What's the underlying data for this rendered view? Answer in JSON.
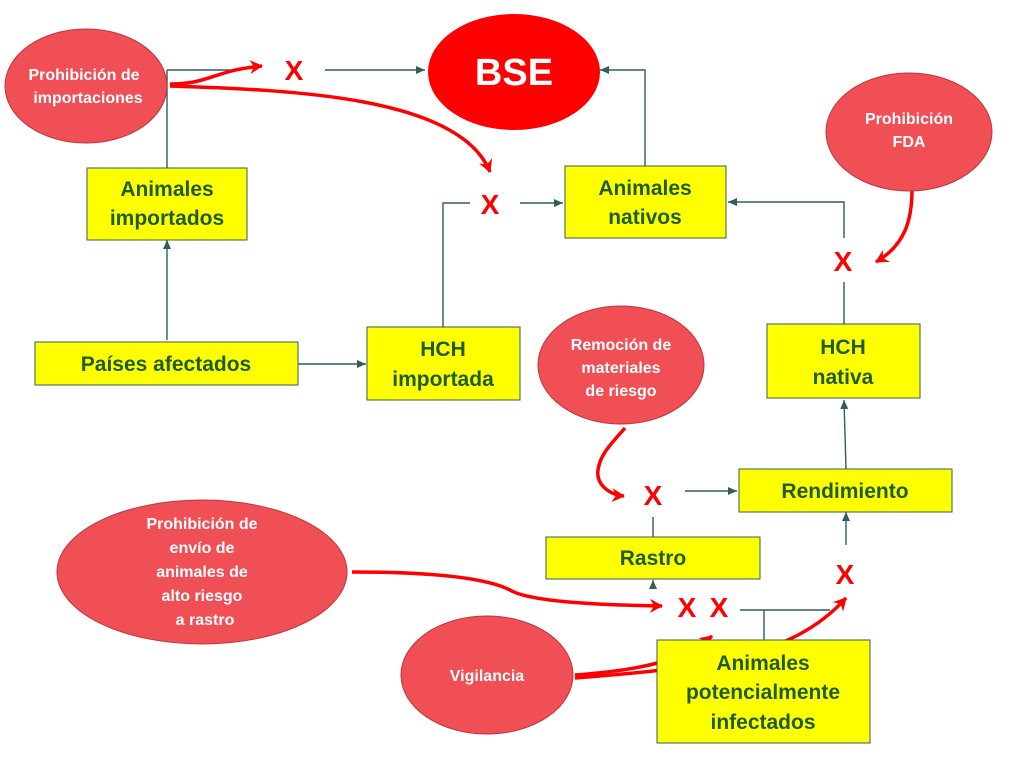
{
  "nodes": {
    "bse": "BSE",
    "animales_importados": [
      "Animales",
      "importados"
    ],
    "animales_nativos": [
      "Animales",
      "nativos"
    ],
    "paises_afectados": "Países afectados",
    "hch_importada": [
      "HCH",
      "importada"
    ],
    "hch_nativa": [
      "HCH",
      "nativa"
    ],
    "rendimiento": "Rendimiento",
    "rastro": "Rastro",
    "animales_potencialmente": [
      "Animales",
      "potencialmente",
      "infectados"
    ]
  },
  "controls": {
    "prohibicion_importaciones": [
      "Prohibición de",
      "importaciones"
    ],
    "prohibicion_fda": [
      "Prohibición",
      "FDA"
    ],
    "remocion_materiales": [
      "Remoción de",
      "materiales",
      "de riesgo"
    ],
    "prohibicion_envio": [
      "Prohibición de",
      "envío de",
      "animales de",
      "alto riesgo",
      "a rastro"
    ],
    "vigilancia": "Vigilancia"
  },
  "block_mark": "X",
  "colors": {
    "box_fill": "#ffff00",
    "box_text": "#1f5c2a",
    "oval_fill": "#ef4f55",
    "bse_fill": "#ff0000",
    "arrow_red": "#ff0000",
    "line": "#2f5f5a"
  }
}
